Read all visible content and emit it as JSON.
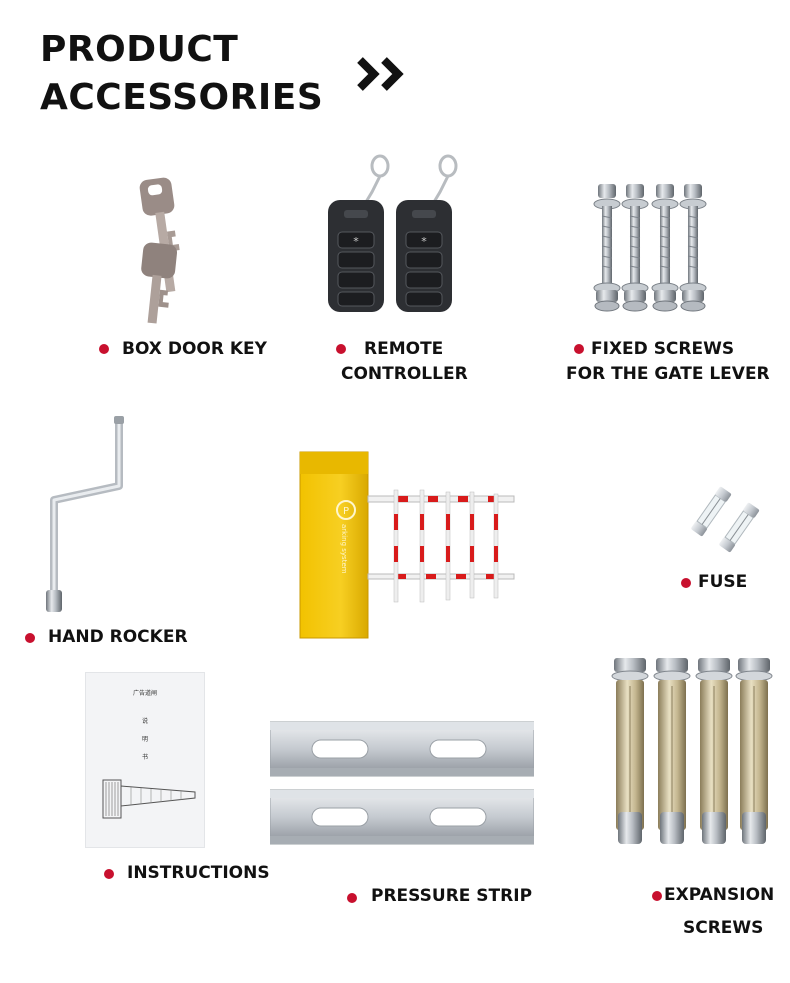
{
  "title": {
    "line1": "PRODUCT",
    "line2": "ACCESSORIES"
  },
  "accent_color": "#c8102e",
  "items": [
    {
      "id": "box-door-key",
      "label": "BOX DOOR KEY",
      "icon": "key-icon"
    },
    {
      "id": "remote-controller",
      "label_line1": "REMOTE",
      "label_line2": "CONTROLLER",
      "icon": "remote-icon"
    },
    {
      "id": "fixed-screws",
      "label_line1": "FIXED SCREWS",
      "label_line2": "FOR THE GATE LEVER",
      "icon": "bolt-icon"
    },
    {
      "id": "hand-rocker",
      "label": "HAND ROCKER",
      "icon": "crank-icon"
    },
    {
      "id": "barrier-gate",
      "icon": "barrier-gate-icon",
      "cabinet_text": "arking system"
    },
    {
      "id": "fuse",
      "label": "FUSE",
      "icon": "fuse-icon"
    },
    {
      "id": "instructions",
      "label": "INSTRUCTIONS",
      "icon": "manual-icon",
      "manual_title": [
        "广告道闸",
        "说",
        "明",
        "书"
      ]
    },
    {
      "id": "pressure-strip",
      "label": "PRESSURE STRIP",
      "icon": "pressure-strip-icon"
    },
    {
      "id": "expansion-screws",
      "label_line1": "EXPANSION",
      "label_line2": "SCREWS",
      "icon": "expansion-bolt-icon"
    }
  ]
}
